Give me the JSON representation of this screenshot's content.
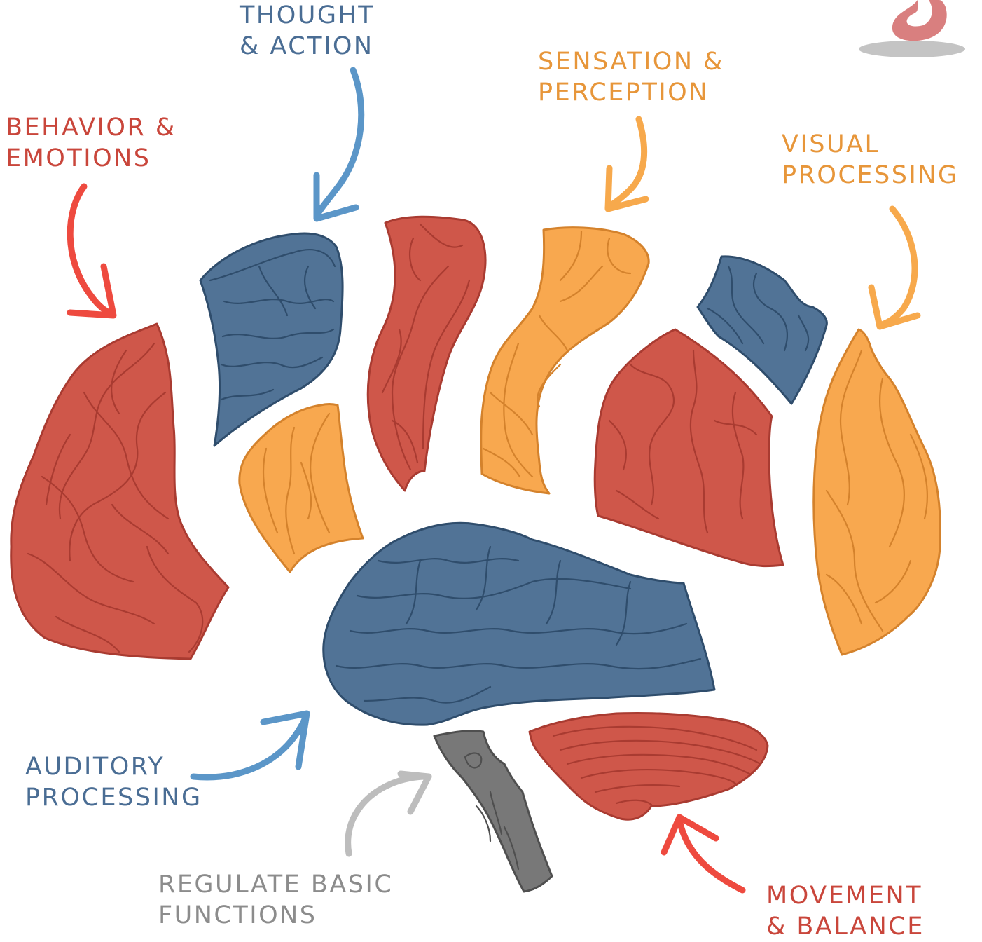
{
  "colors": {
    "red": "#cf574a",
    "red_stroke": "#a93b31",
    "blue": "#517396",
    "blue_stroke": "#2f4d6c",
    "orange": "#f8a84f",
    "orange_stroke": "#d4822c",
    "gray": "#787878",
    "gray_stroke": "#4f4f4f",
    "label_red": "#c9463b",
    "label_blue": "#4a6d94",
    "label_orange": "#e7963a",
    "label_gray": "#8c8c8c",
    "arrow_red": "#ee4a3f",
    "arrow_blue": "#5b96c8",
    "arrow_orange": "#f7a94c",
    "arrow_gray": "#bdbdbd",
    "logo": "#d97f7f",
    "logo_shadow": "#c4c4c4"
  },
  "labels": {
    "thought_action": [
      "THOUGHT",
      "& ACTION"
    ],
    "sensation_perception": [
      "SENSATION &",
      "PERCEPTION"
    ],
    "behavior_emotions": [
      "BEHAVIOR &",
      "EMOTIONS"
    ],
    "visual_processing": [
      "VISUAL",
      "PROCESSING"
    ],
    "auditory_processing": [
      "AUDITORY",
      "PROCESSING"
    ],
    "regulate_basic": [
      "REGULATE BASIC",
      "FUNCTIONS"
    ],
    "movement_balance": [
      "MOVEMENT",
      "& BALANCE"
    ]
  }
}
